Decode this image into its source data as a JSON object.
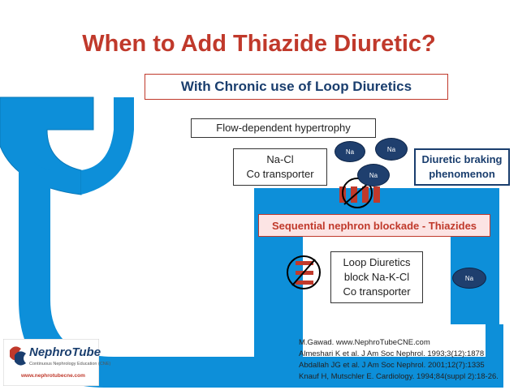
{
  "title": "When to Add Thiazide Diuretic?",
  "subtitle": "With Chronic use of Loop Diuretics",
  "flow_label": "Flow-dependent hypertrophy",
  "nacl": {
    "line1": "Na-Cl",
    "line2": "Co transporter"
  },
  "braking": {
    "line1": "Diuretic braking",
    "line2": "phenomenon"
  },
  "sequential": "Sequential nephron blockade - Thiazides",
  "loop": {
    "line1": "Loop Diuretics",
    "line2": "block Na-K-Cl",
    "line3": "Co transporter"
  },
  "na_label": "Na",
  "refs": [
    "M.Gawad. www.NephroTubeCNE.com",
    "Almeshari K et al. J Am Soc Nephrol. 1993;3(12):1878",
    "Abdallah JG et al. J Am Soc Nephrol. 2001;12(7):1335",
    "Knauf H, Mutschler E. Cardiology. 1994;84(suppl 2):18-26."
  ],
  "logo": {
    "brand": "NephroTube",
    "tagline": "Continuous Nephrology Education (CNE)",
    "url": "www.nephrotubecne.com"
  },
  "colors": {
    "title": "#c0392b",
    "tubule": "#0d8fd9",
    "tubule_dark": "#0a78b8",
    "nav_blue": "#1a3e6e",
    "na_circle": "#1f3f6e",
    "red": "#c0392b"
  }
}
